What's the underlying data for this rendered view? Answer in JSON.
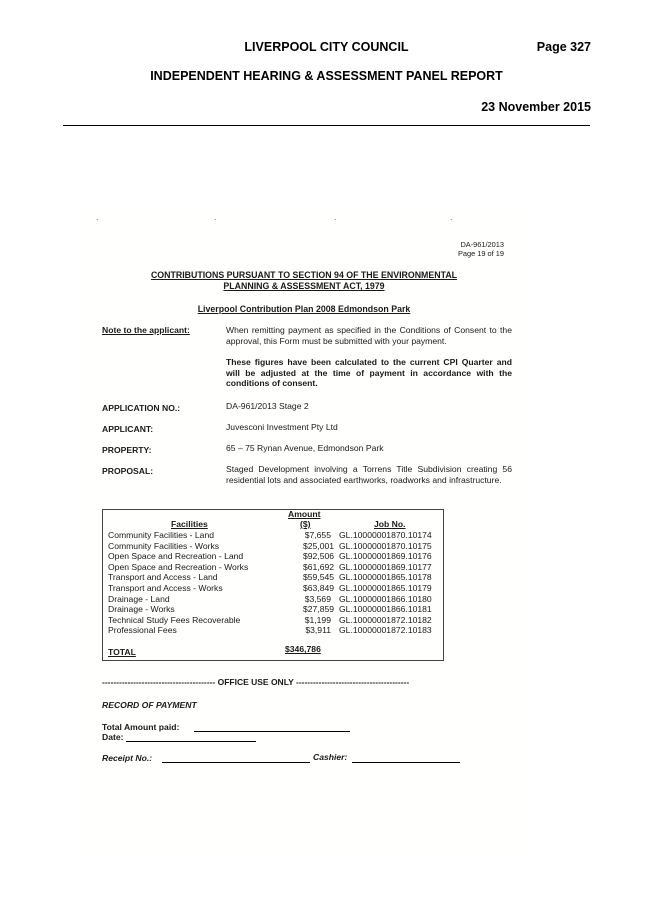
{
  "header": {
    "council": "LIVERPOOL CITY COUNCIL",
    "page": "Page 327",
    "report": "INDEPENDENT HEARING & ASSESSMENT PANEL REPORT",
    "date": "23 November 2015"
  },
  "doc": {
    "ref_da": "DA-961/2013",
    "ref_page": "Page 19 of 19",
    "title_line1": "CONTRIBUTIONS PURSUANT TO SECTION 94 OF THE ENVIRONMENTAL",
    "title_line2": "PLANNING & ASSESSMENT ACT, 1979",
    "subtitle": "Liverpool Contribution Plan 2008 Edmondson Park",
    "note_label": "Note to the applicant:",
    "note_text": "When remitting payment as specified in the Conditions of Consent to the approval, this Form must be submitted with your payment.",
    "note_bold": "These figures have been calculated to the current CPI Quarter and will be adjusted at the time of payment in accordance with the conditions of consent.",
    "fields": [
      {
        "label": "APPLICATION NO.:",
        "value": "DA-961/2013 Stage 2"
      },
      {
        "label": "APPLICANT:",
        "value": "Juvesconi Investment Pty Ltd"
      },
      {
        "label": "PROPERTY:",
        "value": "65 – 75 Rynan Avenue, Edmondson Park"
      },
      {
        "label": "PROPOSAL:",
        "value": "Staged Development involving a Torrens Title Subdivision creating 56 residential lots and associated earthworks, roadworks and infrastructure."
      }
    ]
  },
  "fees": {
    "headers": {
      "facilities": "Facilities",
      "amount_1": "Amount",
      "amount_2": "($)",
      "job": "Job No."
    },
    "rows": [
      {
        "facility": "Community Facilities - Land",
        "amount": "$7,655",
        "job": "GL.10000001870.10174"
      },
      {
        "facility": "Community Facilities - Works",
        "amount": "$25,001",
        "job": "GL.10000001870.10175"
      },
      {
        "facility": "Open Space and Recreation - Land",
        "amount": "$92,506",
        "job": "GL.10000001869.10176"
      },
      {
        "facility": "Open Space and Recreation - Works",
        "amount": "$61,692",
        "job": "GL.10000001869.10177"
      },
      {
        "facility": "Transport and Access - Land",
        "amount": "$59,545",
        "job": "GL.10000001865.10178"
      },
      {
        "facility": "Transport and Access - Works",
        "amount": "$63,849",
        "job": "GL.10000001865.10179"
      },
      {
        "facility": "Drainage - Land",
        "amount": "$3,569",
        "job": "GL.10000001866.10180"
      },
      {
        "facility": "Drainage - Works",
        "amount": "$27,859",
        "job": "GL.10000001866.10181"
      },
      {
        "facility": "Technical Study Fees Recoverable",
        "amount": "$1,199",
        "job": "GL.10000001872.10182"
      },
      {
        "facility": "Professional Fees",
        "amount": "$3,911",
        "job": "GL.10000001872.10183"
      }
    ],
    "total_label": "TOTAL",
    "total_amount": "$346,786"
  },
  "office": {
    "banner": "---------------------------------------- OFFICE USE ONLY ----------------------------------------",
    "record": "RECORD OF PAYMENT",
    "total_paid": "Total Amount paid:",
    "date": "Date:",
    "receipt": "Receipt No.:",
    "cashier": "Cashier:"
  }
}
